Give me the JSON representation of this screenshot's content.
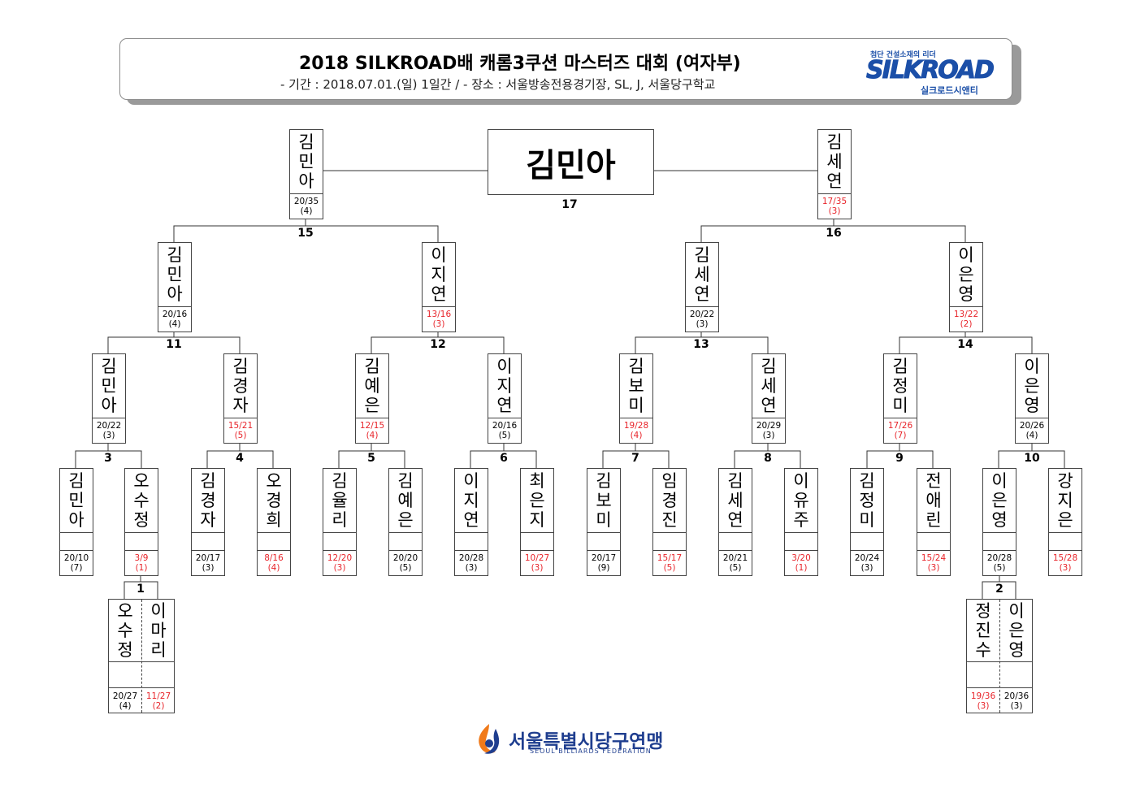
{
  "header": {
    "title": "2018 SILKROAD배 캐롬3쿠션 마스터즈 대회 (여자부)",
    "subtitle": "- 기간 : 2018.07.01.(일) 1일간 / - 장소 : 서울방송전용경기장, SL, J, 서울당구학교",
    "logo_top": "첨단 건설소재의 리더",
    "logo_main": "SILKROAD",
    "logo_bottom": "실크로드시앤티"
  },
  "champion": {
    "name": "김민아",
    "match": "17"
  },
  "match_numbers": [
    "1",
    "2",
    "3",
    "4",
    "5",
    "6",
    "7",
    "8",
    "9",
    "10",
    "11",
    "12",
    "13",
    "14",
    "15",
    "16",
    "17"
  ],
  "players": {
    "p1": {
      "name": "김민아",
      "score": "20/10",
      "innings": "(7)"
    },
    "p2": {
      "name": "오수정",
      "score": "3/9",
      "innings": "(1)"
    },
    "p3": {
      "name": "김경자",
      "score": "20/17",
      "innings": "(3)"
    },
    "p4": {
      "name": "오경희",
      "score": "8/16",
      "innings": "(4)"
    },
    "p5": {
      "name": "김율리",
      "score": "12/20",
      "innings": "(3)"
    },
    "p6": {
      "name": "김예은",
      "score": "20/20",
      "innings": "(5)"
    },
    "p7": {
      "name": "이지연",
      "score": "20/28",
      "innings": "(3)"
    },
    "p8": {
      "name": "최은지",
      "score": "10/27",
      "innings": "(3)"
    },
    "p9": {
      "name": "김보미",
      "score": "20/17",
      "innings": "(9)"
    },
    "p10": {
      "name": "임경진",
      "score": "15/17",
      "innings": "(5)"
    },
    "p11": {
      "name": "김세연",
      "score": "20/21",
      "innings": "(5)"
    },
    "p12": {
      "name": "이유주",
      "score": "3/20",
      "innings": "(1)"
    },
    "p13": {
      "name": "김정미",
      "score": "20/24",
      "innings": "(3)"
    },
    "p14": {
      "name": "전애린",
      "score": "15/24",
      "innings": "(3)"
    },
    "p15": {
      "name": "이은영",
      "score": "20/28",
      "innings": "(5)"
    },
    "p16": {
      "name": "강지은",
      "score": "15/28",
      "innings": "(3)"
    },
    "q1": {
      "name": "김민아",
      "score": "20/22",
      "innings": "(3)"
    },
    "q2": {
      "name": "김경자",
      "score": "15/21",
      "innings": "(5)"
    },
    "q3": {
      "name": "김예은",
      "score": "12/15",
      "innings": "(4)"
    },
    "q4": {
      "name": "이지연",
      "score": "20/16",
      "innings": "(5)"
    },
    "q5": {
      "name": "김보미",
      "score": "19/28",
      "innings": "(4)"
    },
    "q6": {
      "name": "김세연",
      "score": "20/29",
      "innings": "(3)"
    },
    "q7": {
      "name": "김정미",
      "score": "17/26",
      "innings": "(7)"
    },
    "q8": {
      "name": "이은영",
      "score": "20/26",
      "innings": "(4)"
    },
    "s1": {
      "name": "김민아",
      "score": "20/16",
      "innings": "(4)"
    },
    "s2": {
      "name": "이지연",
      "score": "13/16",
      "innings": "(3)"
    },
    "s3": {
      "name": "김세연",
      "score": "20/22",
      "innings": "(3)"
    },
    "s4": {
      "name": "이은영",
      "score": "13/22",
      "innings": "(2)"
    },
    "f1": {
      "name": "김민아",
      "score": "20/35",
      "innings": "(4)"
    },
    "f2": {
      "name": "김세연",
      "score": "17/35",
      "innings": "(3)"
    }
  },
  "prelim_1": {
    "left": {
      "name": "오수정",
      "score": "20/27",
      "innings": "(4)"
    },
    "right": {
      "name": "이마리",
      "score": "11/27",
      "innings": "(2)"
    }
  },
  "prelim_2": {
    "left": {
      "name": "정진수",
      "score": "19/36",
      "innings": "(3)"
    },
    "right": {
      "name": "이은영",
      "score": "20/36",
      "innings": "(3)"
    }
  },
  "footer": {
    "federation": "서울특별시당구연맹",
    "federation_en": "SEOUL BILLIARDS FEDERATION"
  },
  "colors": {
    "loser_score": "#e8242a",
    "logo_blue": "#1b4fa8",
    "federation_blue": "#1f3e8f"
  }
}
